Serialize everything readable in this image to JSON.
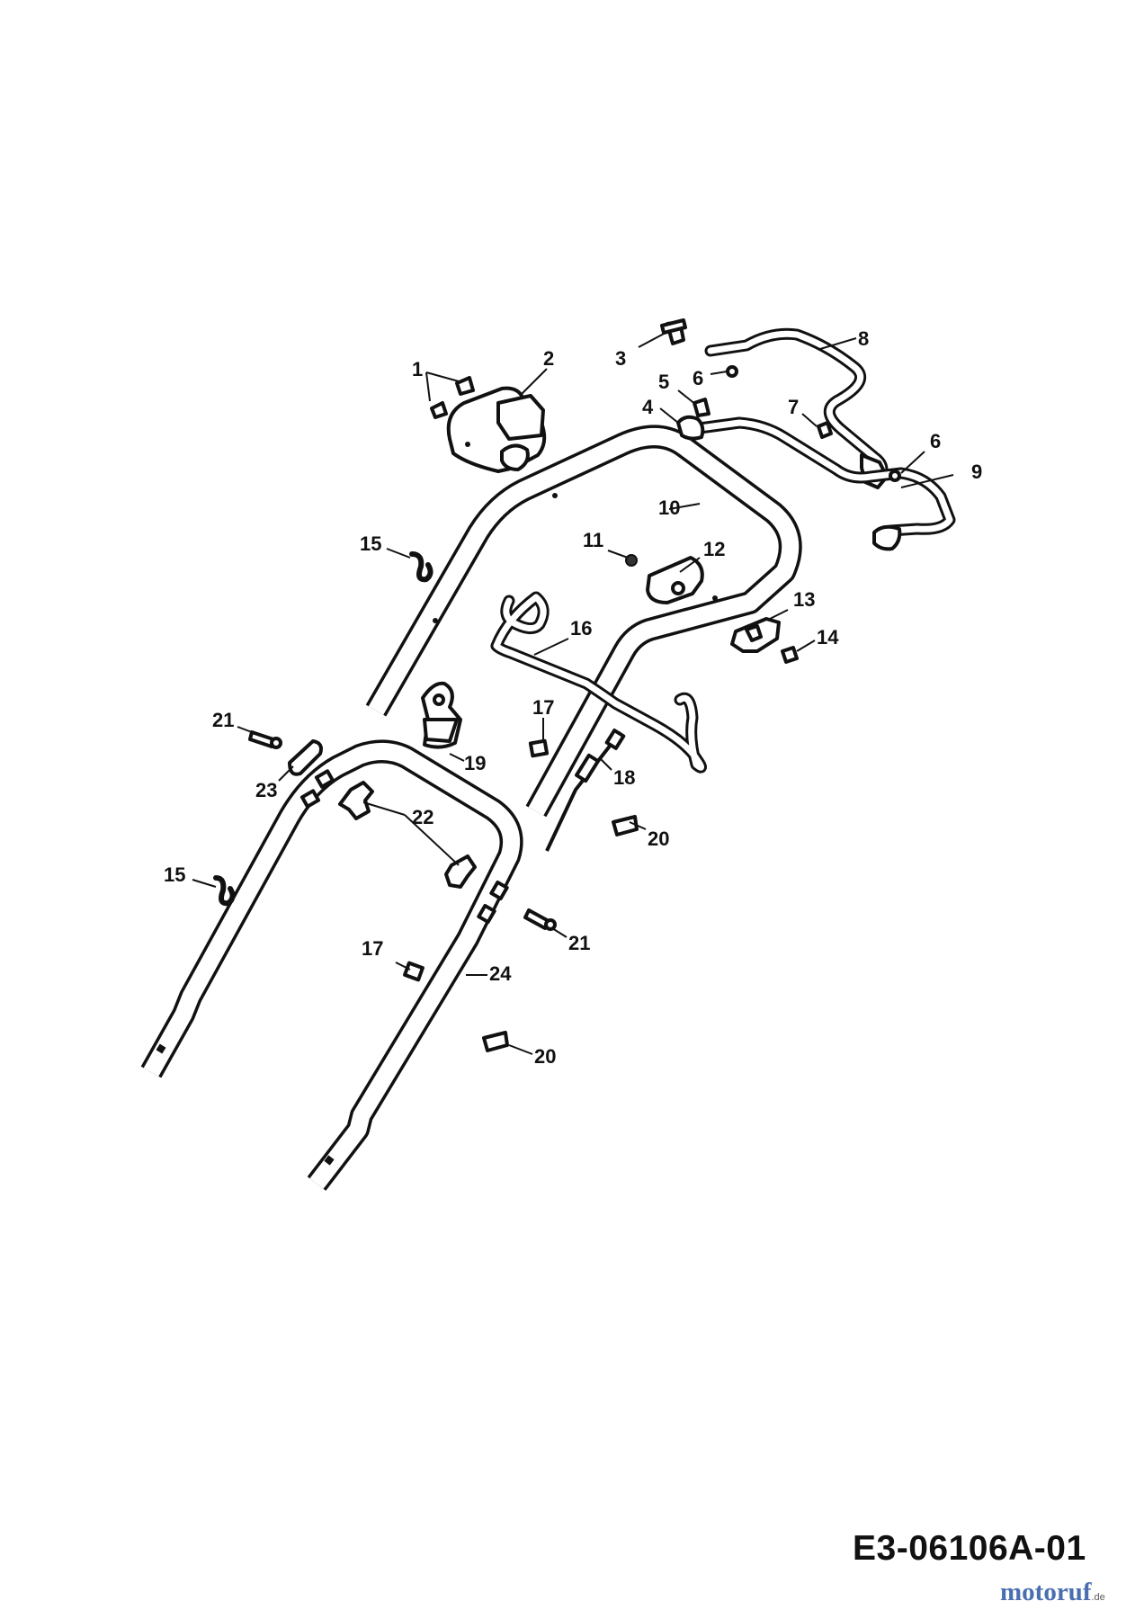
{
  "diagram": {
    "code": "E3-06106A-01",
    "watermark": {
      "name": "motoruf",
      "suffix": ".de"
    },
    "callouts": [
      "1",
      "2",
      "3",
      "4",
      "5",
      "6",
      "6",
      "7",
      "8",
      "9",
      "10",
      "11",
      "12",
      "13",
      "14",
      "15",
      "15",
      "16",
      "17",
      "17",
      "18",
      "19",
      "20",
      "20",
      "21",
      "21",
      "22",
      "23",
      "24"
    ]
  },
  "colors": {
    "ink": "#111111",
    "paper": "#ffffff",
    "brand": "#4a6fb0"
  }
}
